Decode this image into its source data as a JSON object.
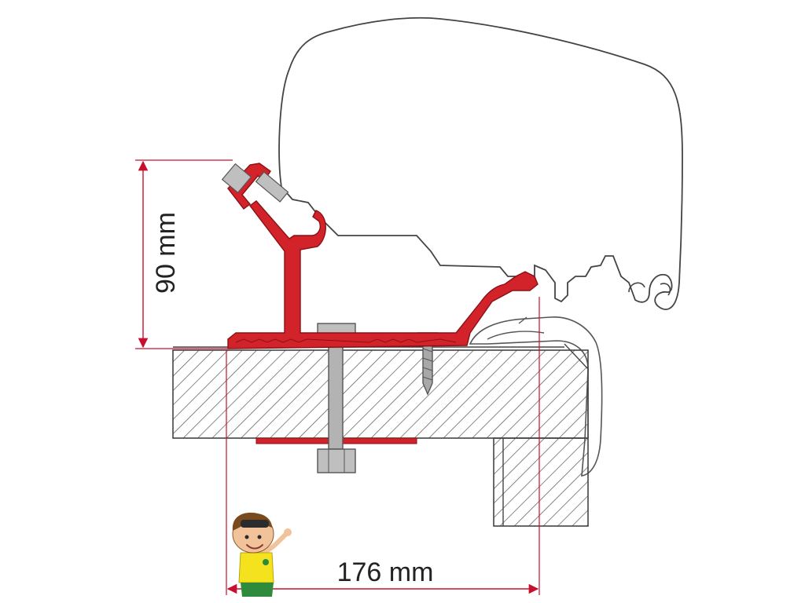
{
  "dimensions": {
    "height_label": "90 mm",
    "width_label": "176 mm"
  },
  "colors": {
    "bracket": "#d2232a",
    "bracket_outline": "#8c1016",
    "dimension_line": "#c8102e",
    "hatch": "#555555",
    "hardware": "#a8a8a8",
    "outline": "#444444"
  },
  "parts": [
    "awning-cassette",
    "adapter-bracket",
    "roof-panel",
    "wall-panel",
    "bolt",
    "nut",
    "screw",
    "rail-profile",
    "mascot-boy"
  ]
}
